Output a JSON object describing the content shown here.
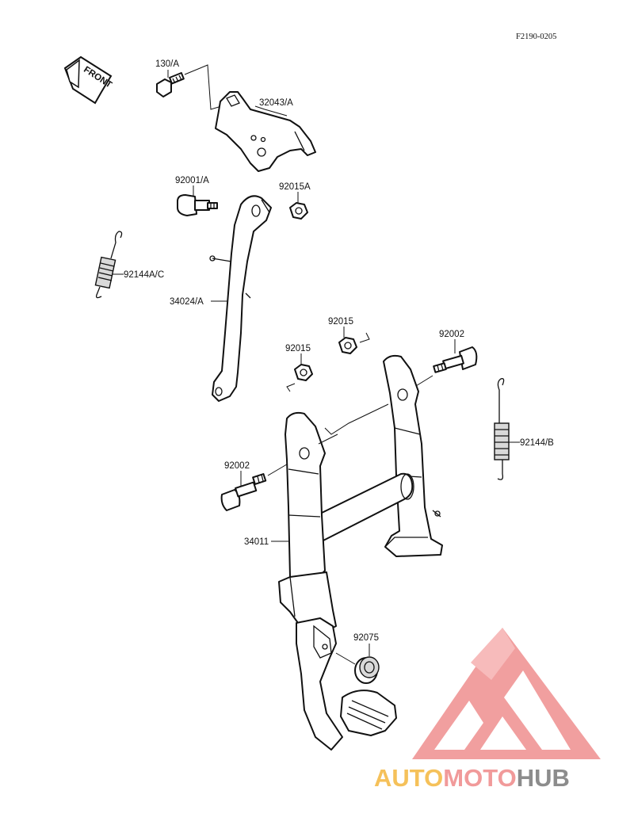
{
  "diagram": {
    "figure_code": "F2190-0205",
    "front_label": "FRONT",
    "parts": [
      {
        "id": "130A",
        "label": "130/A"
      },
      {
        "id": "32043A",
        "label": "32043/A"
      },
      {
        "id": "92001A",
        "label": "92001/A"
      },
      {
        "id": "92015A",
        "label": "92015A"
      },
      {
        "id": "92144AC",
        "label": "92144A/C"
      },
      {
        "id": "34024A",
        "label": "34024/A"
      },
      {
        "id": "92015-top",
        "label": "92015"
      },
      {
        "id": "92015-mid",
        "label": "92015"
      },
      {
        "id": "92002-right",
        "label": "92002"
      },
      {
        "id": "92144B",
        "label": "92144/B"
      },
      {
        "id": "92002-left",
        "label": "92002"
      },
      {
        "id": "34011",
        "label": "34011"
      },
      {
        "id": "92075",
        "label": "92075"
      }
    ]
  },
  "watermark": {
    "part1": "AUTO",
    "part2": "MOTO",
    "part3": "HUB",
    "color_primary": "#f19a9a",
    "color_secondary": "#f5c15a",
    "color_tertiary": "#8c8c8c"
  }
}
